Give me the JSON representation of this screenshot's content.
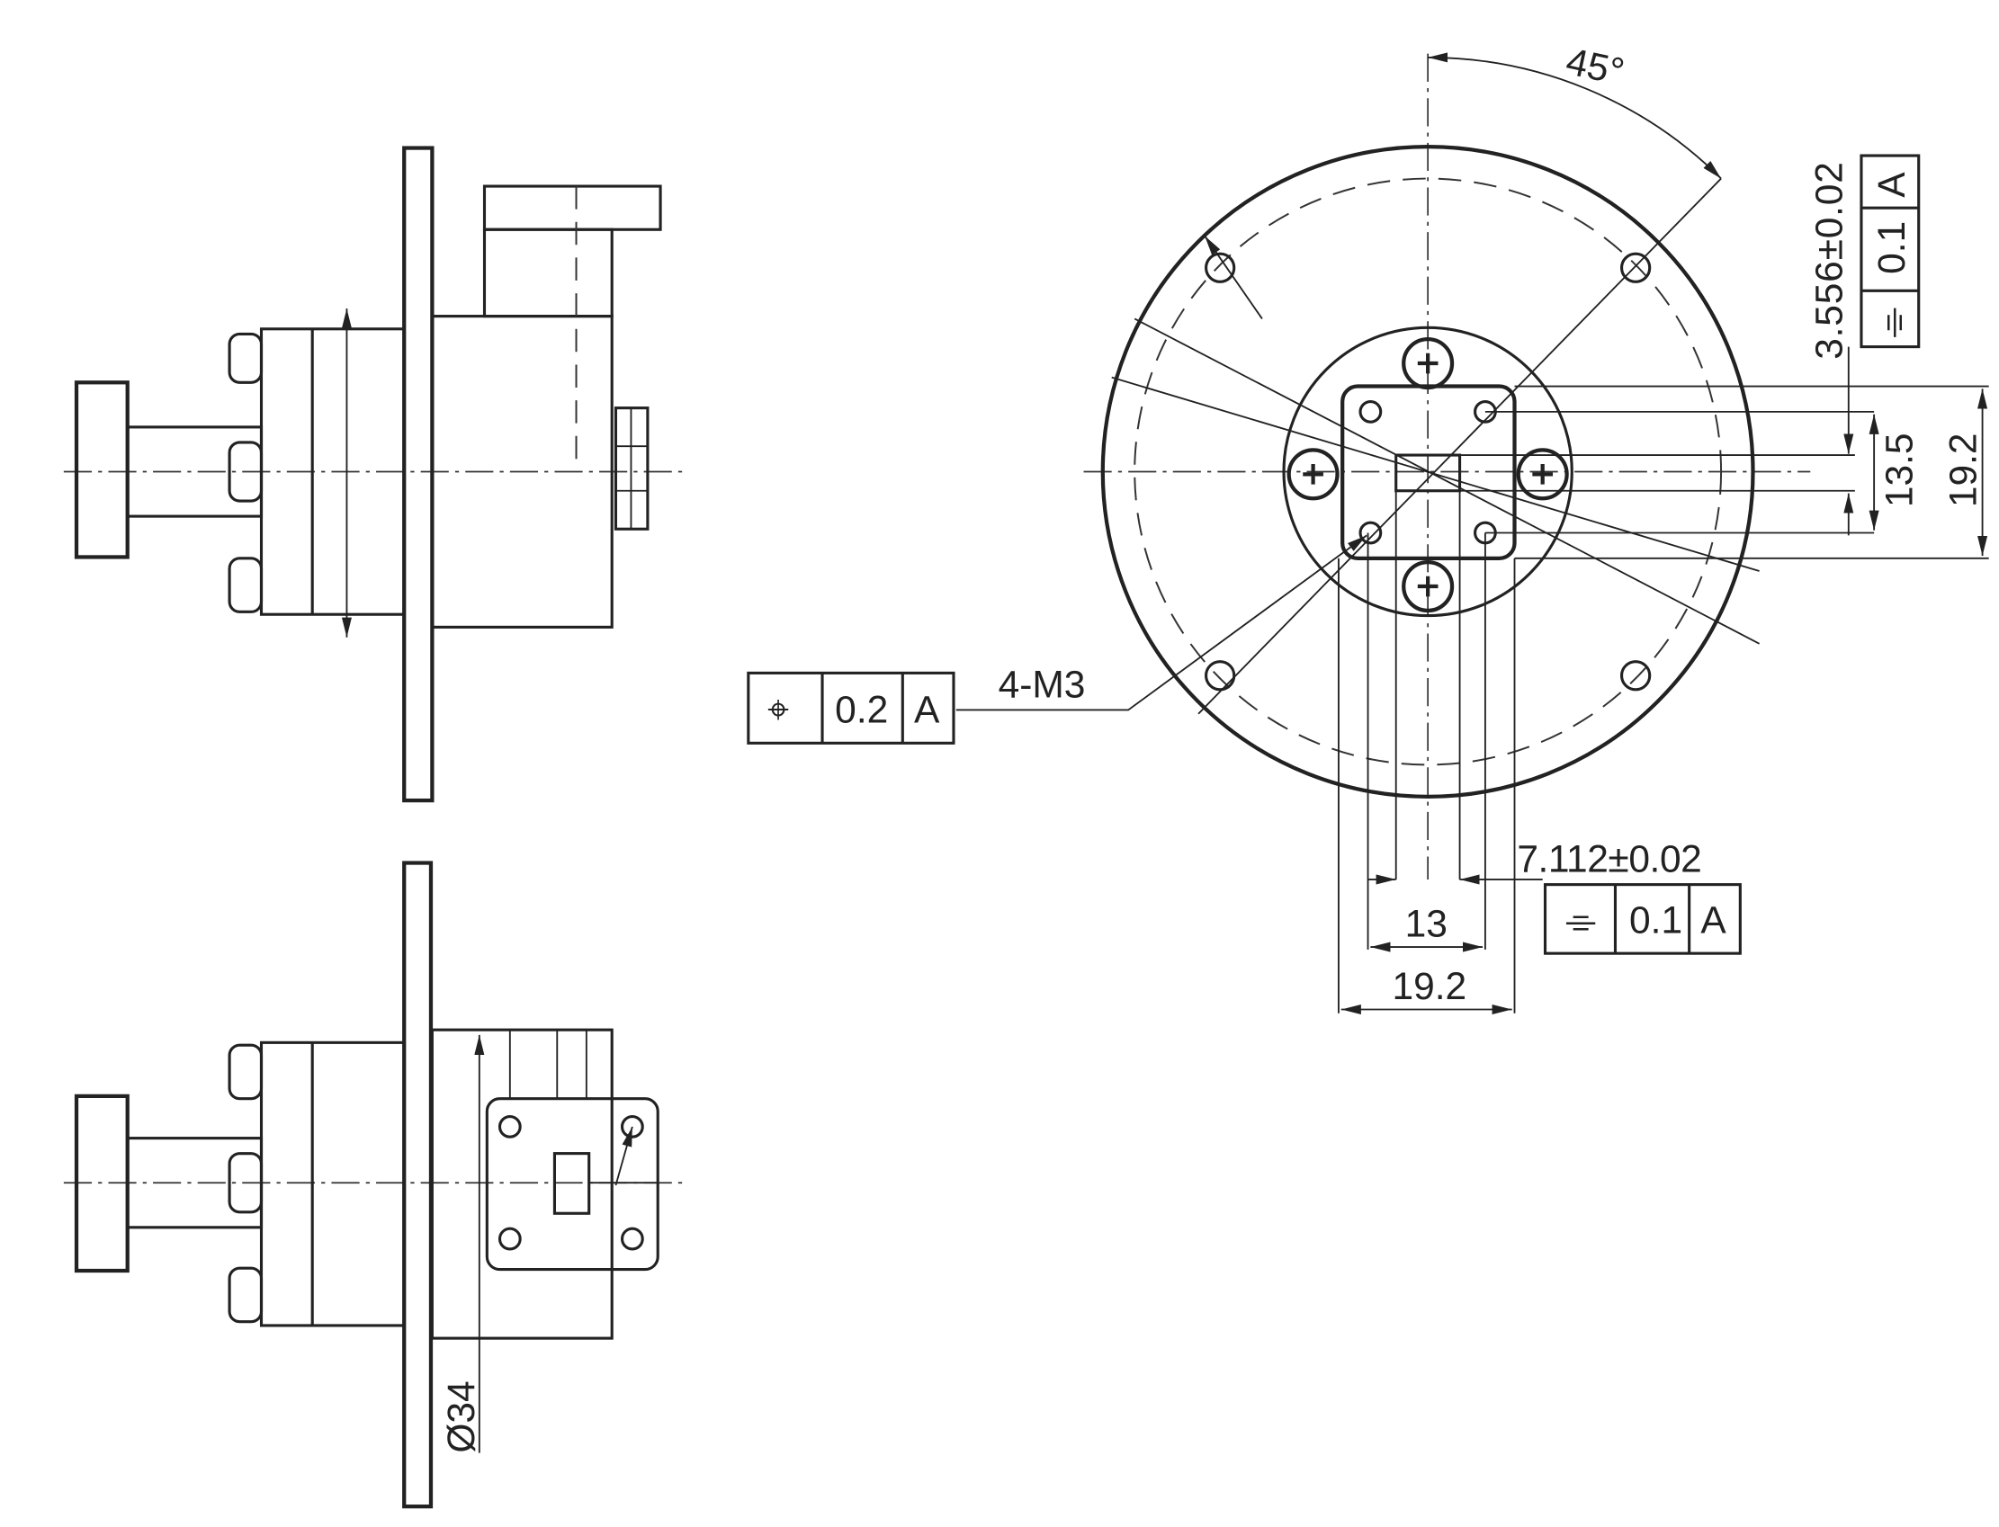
{
  "labels": {
    "angle": "45°",
    "thread": "4-M3",
    "dim_depth": "3.556±0.02",
    "dim_width": "7.112±0.02",
    "dim_13_5": "13.5",
    "dim_19_2_v": "19.2",
    "dim_13": "13",
    "dim_19_2_h": "19.2",
    "dim_diameter": "Ø34"
  },
  "tolerance_frames": [
    {
      "symbol": "⌖",
      "value": "0.2",
      "datum": "A"
    },
    {
      "symbol": "⌯",
      "value": "0.1",
      "datum": "A"
    },
    {
      "symbol": "⌯",
      "value": "0.1",
      "datum": "A"
    }
  ],
  "colors": {
    "line": "#222222",
    "background": "#ffffff"
  }
}
